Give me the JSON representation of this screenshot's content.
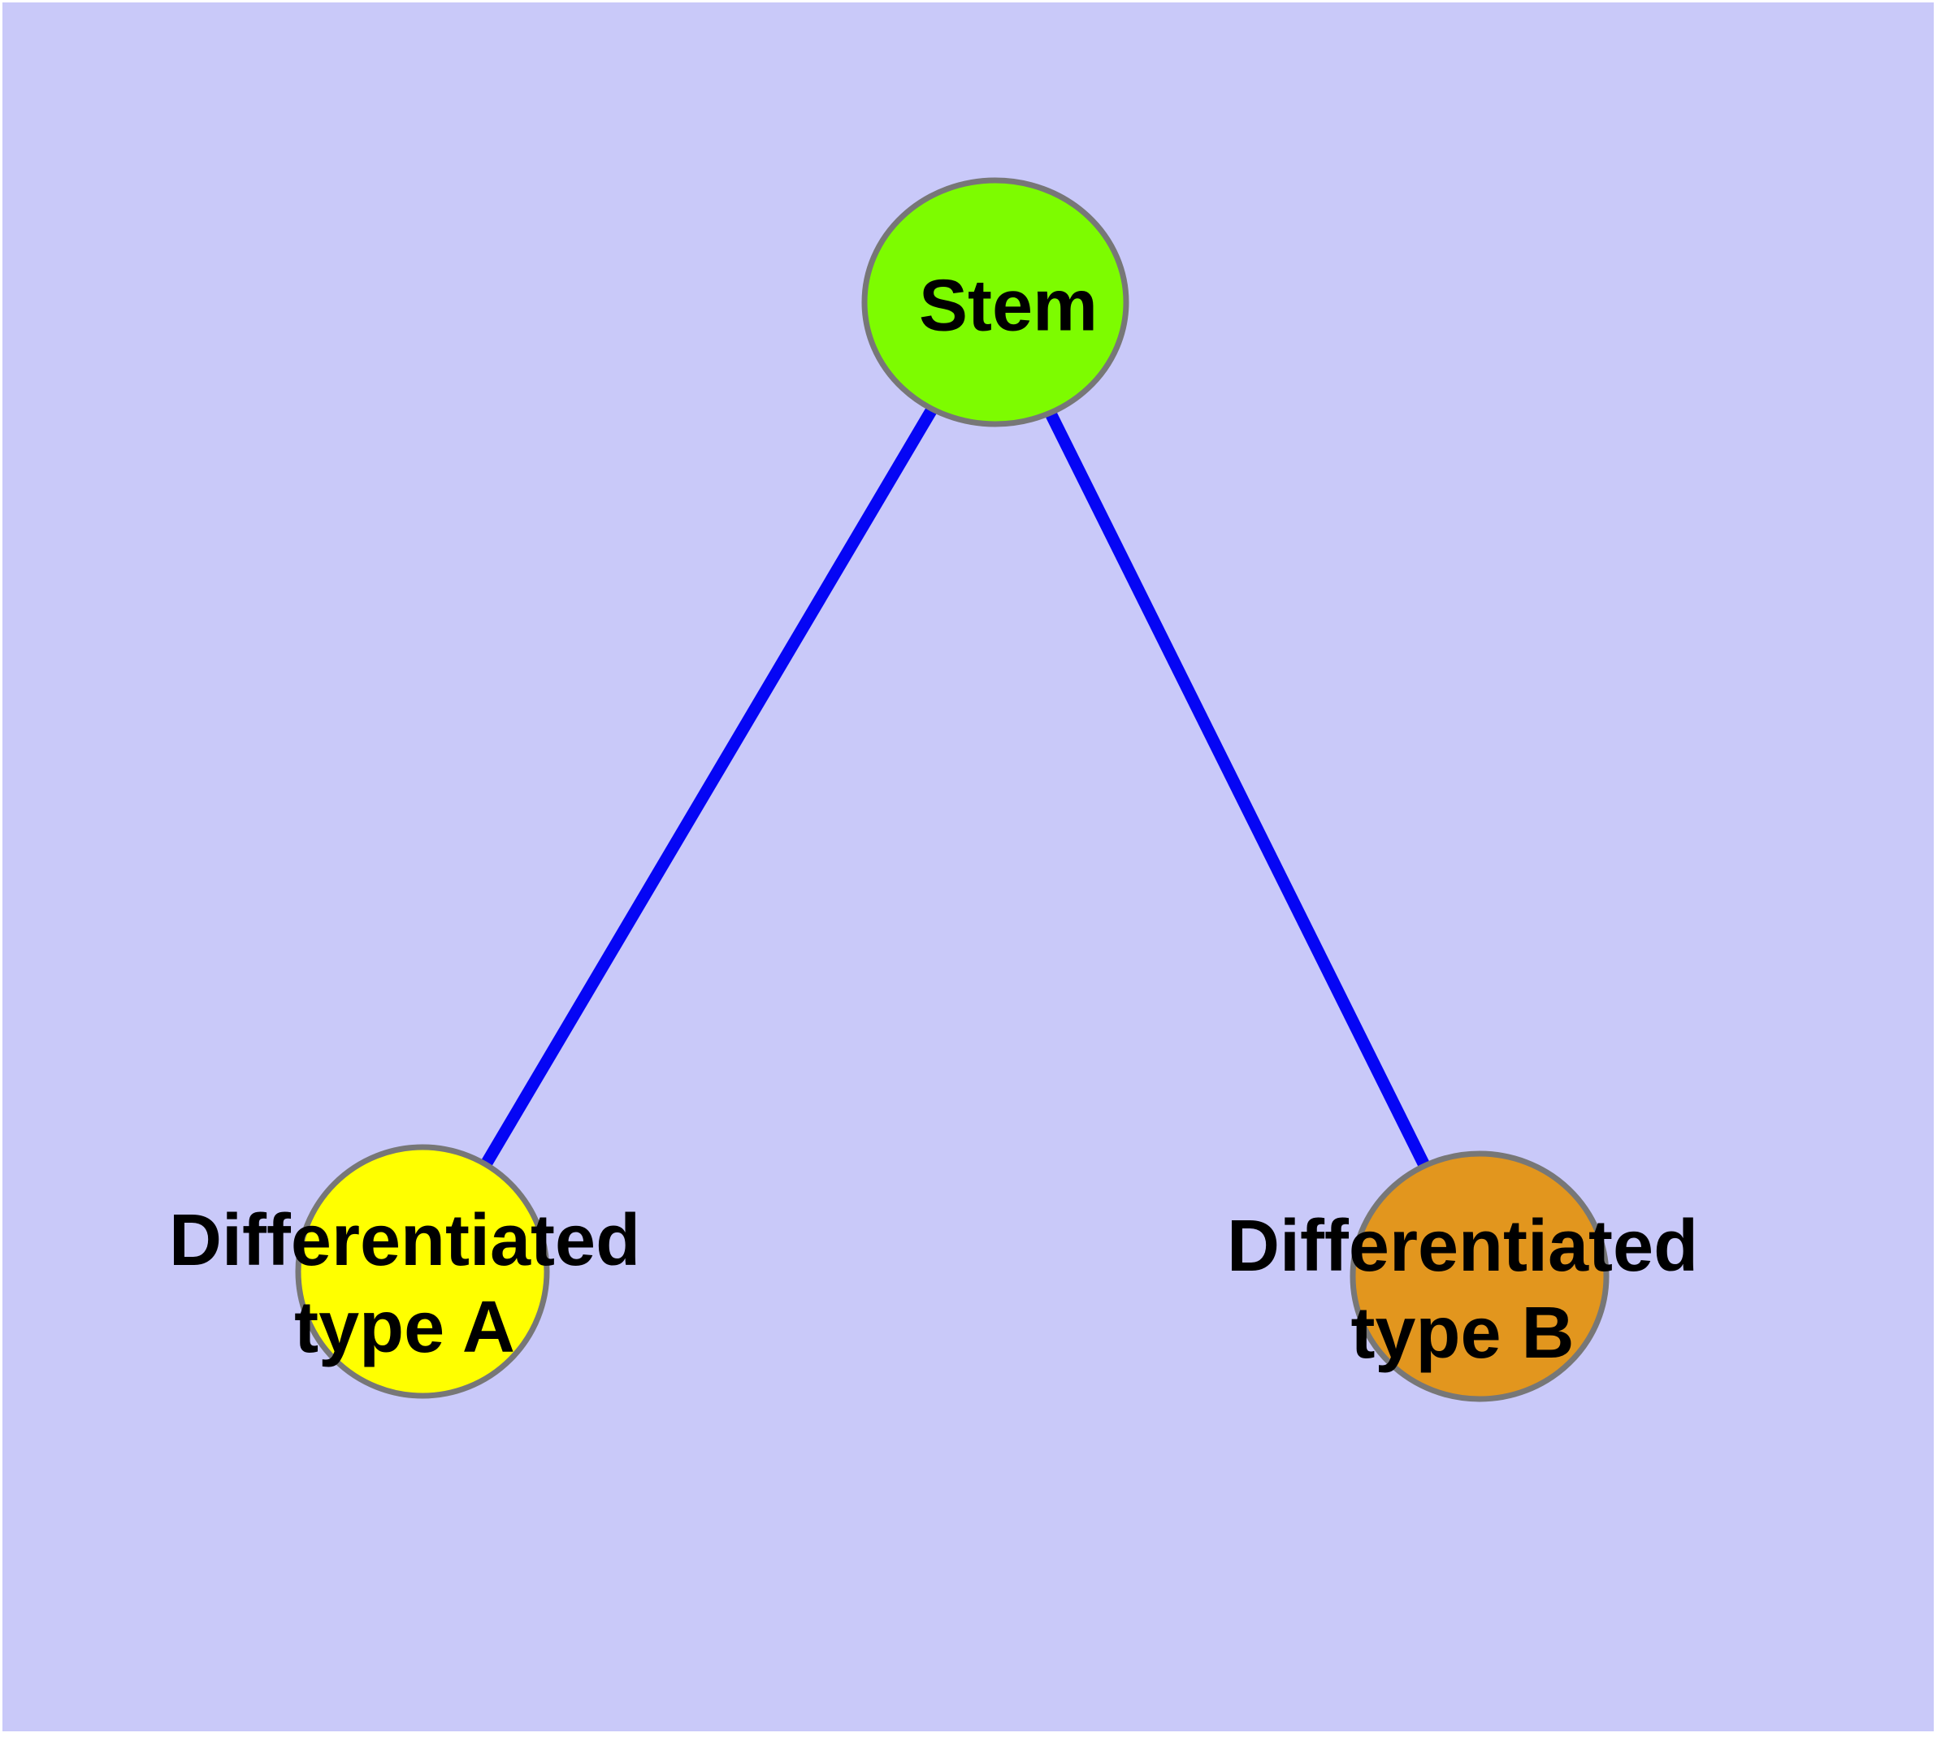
{
  "diagram": {
    "title": "",
    "background_color": "#c9c9f9",
    "frame_color": "#ffffff",
    "edge_color": "#0505f5",
    "node_border_color": "#777777",
    "text_color": "#000000",
    "nodes": [
      {
        "id": "stem",
        "label": "Stem",
        "color": "#7dfc00"
      },
      {
        "id": "type-a",
        "label": "Differentiated\ntype A",
        "color": "#ffff00"
      },
      {
        "id": "type-b",
        "label": "Differentiated\ntype B",
        "color": "#e2961e"
      }
    ],
    "edges": [
      {
        "from": "Stem",
        "to": "Differentiated type A"
      },
      {
        "from": "Stem",
        "to": "Differentiated type B"
      }
    ]
  }
}
